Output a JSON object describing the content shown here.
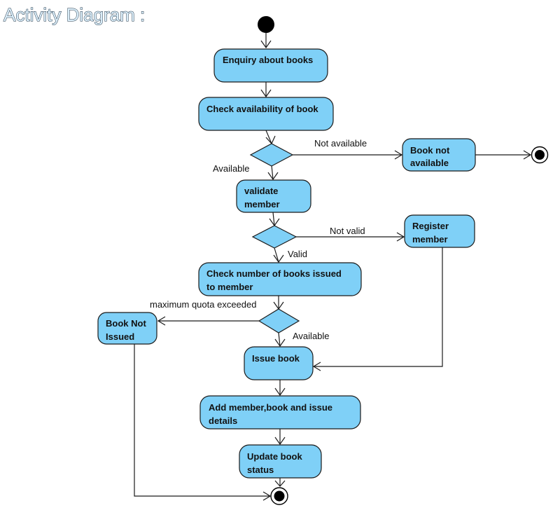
{
  "diagram": {
    "title": "Activity Diagram :",
    "activities": {
      "enquiry": [
        "Enquiry about books"
      ],
      "check_availability": [
        "Check availability of book"
      ],
      "book_not_available": [
        "Book not",
        "available"
      ],
      "validate_member": [
        "validate",
        "member"
      ],
      "register_member": [
        "Register",
        "member"
      ],
      "check_books_issued": [
        "Check number of books issued",
        "to member"
      ],
      "book_not_issued": [
        "Book Not",
        "Issued"
      ],
      "issue_book": [
        "Issue book"
      ],
      "add_details": [
        "Add member,book and issue",
        "details"
      ],
      "update_status": [
        "Update book",
        "status"
      ]
    },
    "guards": {
      "not_available": "Not available",
      "available_1": "Available",
      "not_valid": "Not valid",
      "valid": "Valid",
      "quota_exceeded": "maximum quota exceeded",
      "available_2": "Available"
    }
  }
}
